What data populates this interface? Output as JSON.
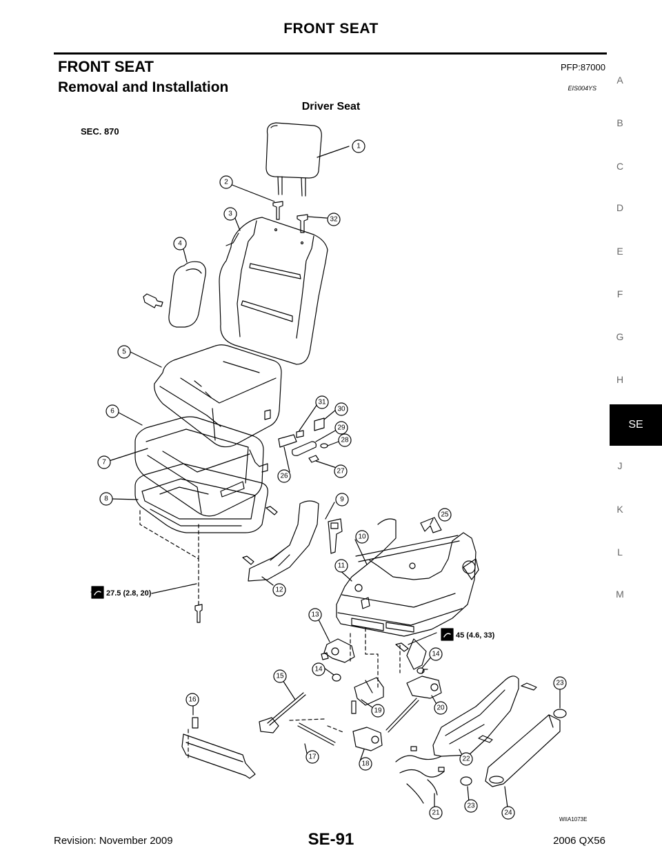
{
  "header": {
    "title": "FRONT SEAT"
  },
  "section": {
    "title": "FRONT SEAT",
    "pfp": "PFP:87000",
    "subtitle": "Removal and Installation",
    "code": "EIS004YS"
  },
  "figure": {
    "title": "Driver Seat",
    "sec_label": "SEC. 870",
    "torque_1": "27.5 (2.8, 20)",
    "torque_2": "45 (4.6, 33)",
    "figure_code": "WIIA1073E",
    "callouts": [
      "1",
      "2",
      "3",
      "4",
      "5",
      "6",
      "7",
      "8",
      "9",
      "10",
      "11",
      "12",
      "13",
      "14",
      "14",
      "15",
      "16",
      "17",
      "18",
      "19",
      "20",
      "21",
      "22",
      "23",
      "23",
      "24",
      "25",
      "26",
      "27",
      "28",
      "29",
      "30",
      "31",
      "32"
    ]
  },
  "index_tabs": [
    "A",
    "B",
    "C",
    "D",
    "E",
    "F",
    "G",
    "H",
    "SE",
    "J",
    "K",
    "L",
    "M"
  ],
  "active_tab": "SE",
  "footer": {
    "revision": "Revision: November 2009",
    "page": "SE-91",
    "model": "2006 QX56"
  }
}
